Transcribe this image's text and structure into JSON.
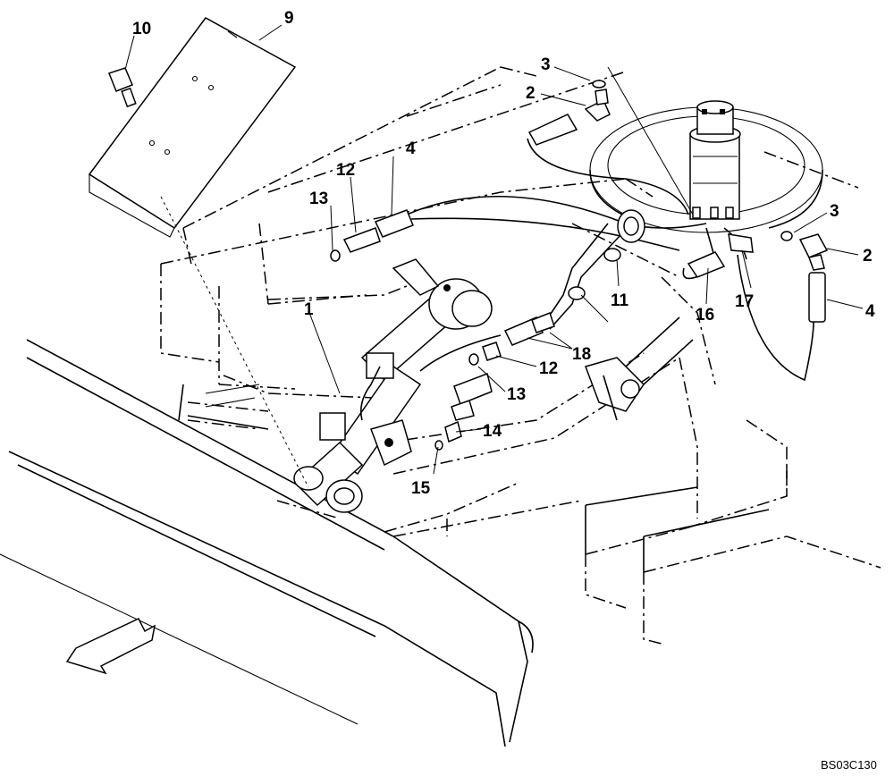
{
  "drawing_code": "BS03C130",
  "callouts": {
    "c1": "1",
    "c2a": "2",
    "c2b": "2",
    "c3a": "3",
    "c3b": "3",
    "c4a": "4",
    "c4b": "4",
    "c9": "9",
    "c10": "10",
    "c11": "11",
    "c12a": "12",
    "c12b": "12",
    "c13a": "13",
    "c13b": "13",
    "c14": "14",
    "c15": "15",
    "c16": "16",
    "c17": "17",
    "c18": "18"
  },
  "direction_arrow_icon": "front-direction-arrow-icon"
}
